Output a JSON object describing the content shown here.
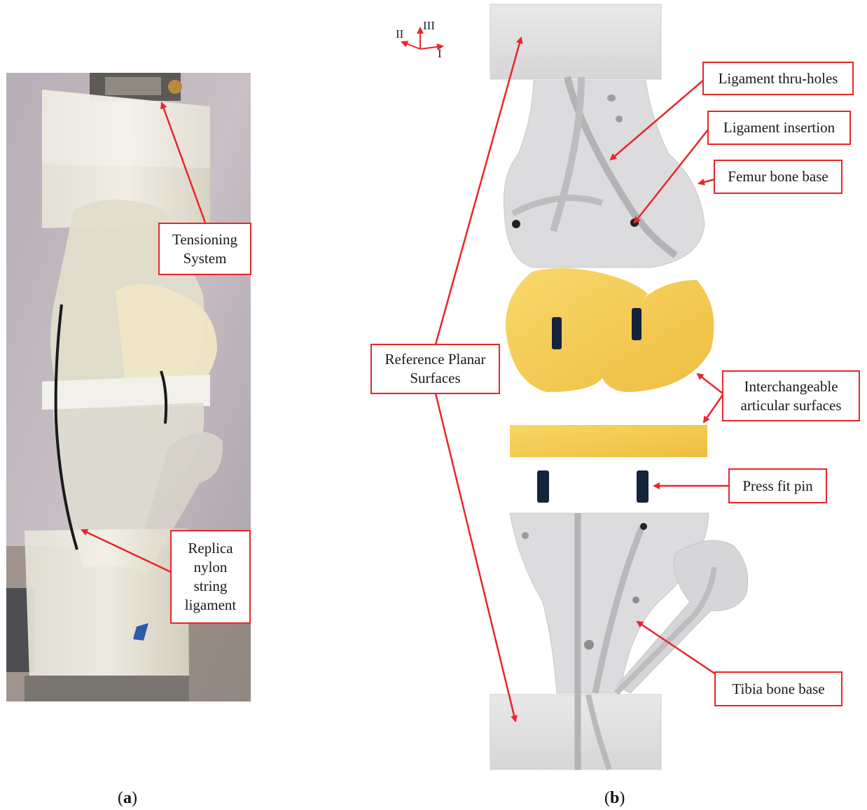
{
  "panel_a": {
    "caption_letter": "a",
    "labels": {
      "tensioning": "Tensioning\nSystem",
      "replica": "Replica\nnylon\nstring\nligament"
    }
  },
  "panel_b": {
    "caption_letter": "b",
    "axes": {
      "axis_1": "I",
      "axis_2": "II",
      "axis_3": "III"
    },
    "labels": {
      "thru_holes": "Ligament thru-holes",
      "insertion": "Ligament insertion",
      "femur": "Femur bone base",
      "reference": "Reference Planar\nSurfaces",
      "interchangeable": "Interchangeable\narticular surfaces",
      "press_fit": "Press fit pin",
      "tibia": "Tibia bone base"
    }
  },
  "colors": {
    "callout_border": "#e8262a",
    "arrow": "#e8262a",
    "gray_model": "#d9d9db",
    "yellow_model": "#f3c43a",
    "pin": "#13243c"
  }
}
